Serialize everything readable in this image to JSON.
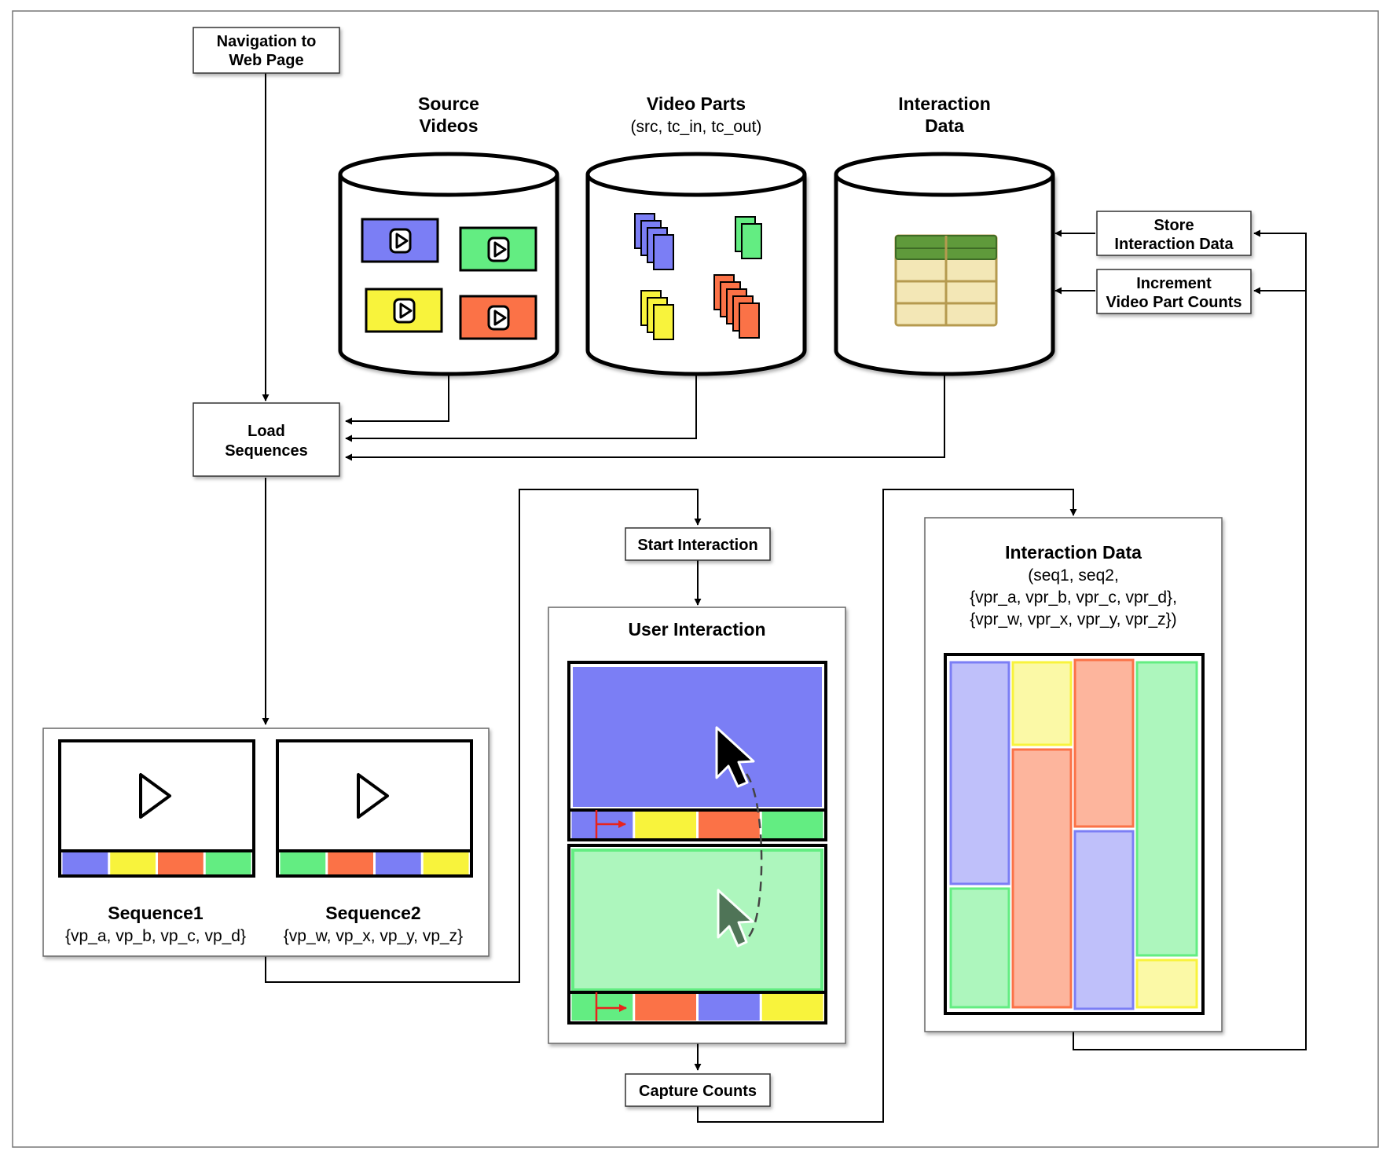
{
  "colors": {
    "blue": "#7b7ef5",
    "green": "#63ed82",
    "yellow": "#f8f33c",
    "orange": "#fb7247",
    "blue_light": "#bfc0fa",
    "green_light": "#adf6bd",
    "yellow_light": "#fbf9a6",
    "orange_light": "#fdb59d",
    "arrow_red": "#e8231c",
    "table_header": "#5f9a3b",
    "table_body": "#f3e7b6"
  },
  "boxes": {
    "navigation": [
      "Navigation to",
      "Web Page"
    ],
    "load_sequences": [
      "Load",
      "Sequences"
    ],
    "start_interaction": "Start Interaction",
    "capture_counts": "Capture Counts",
    "store_interaction": [
      "Store",
      "Interaction Data"
    ],
    "increment_counts": [
      "Increment",
      "Video Part Counts"
    ]
  },
  "databases": {
    "source_videos": {
      "title": [
        "Source",
        "Videos"
      ]
    },
    "video_parts": {
      "title": "Video Parts",
      "subtitle": "(src, tc_in, tc_out)"
    },
    "interaction_data": {
      "title": [
        "Interaction",
        "Data"
      ]
    }
  },
  "sequences": {
    "seq1": {
      "name": "Sequence1",
      "parts": "{vp_a, vp_b, vp_c, vp_d}"
    },
    "seq2": {
      "name": "Sequence2",
      "parts": "{vp_w, vp_x, vp_y, vp_z}"
    }
  },
  "user_interaction": {
    "title": "User Interaction"
  },
  "interaction_panel": {
    "title": "Interaction Data",
    "lines": [
      "(seq1, seq2,",
      "{vpr_a, vpr_b, vpr_c, vpr_d},",
      "{vpr_w, vpr_x, vpr_y, vpr_z})"
    ]
  }
}
